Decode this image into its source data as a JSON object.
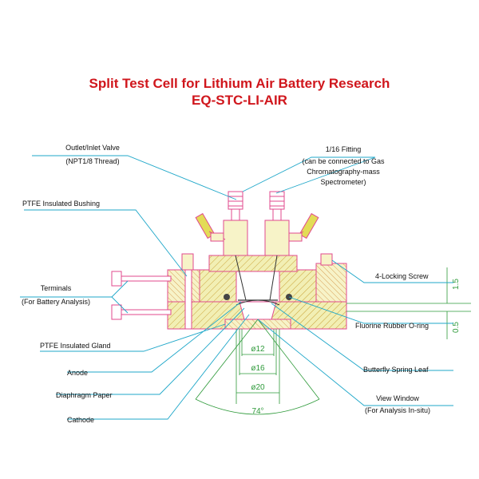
{
  "title": {
    "line1": "Split Test Cell for Lithium Air Battery Research",
    "line2": "EQ-STC-LI-AIR"
  },
  "labels": {
    "outlet_valve_1": "Outlet/Inlet Valve",
    "outlet_valve_2": "(NPT1/8 Thread)",
    "fitting_1": "1/16 Fitting",
    "fitting_2": "(can be connected to Gas",
    "fitting_3": "Chromatography-mass",
    "fitting_4": "Spectrometer)",
    "bushing": "PTFE Insulated Bushing",
    "terminals_1": "Terminals",
    "terminals_2": "(For Battery Analysis)",
    "locking_screw": "4-Locking Screw",
    "oring": "Fluorine Rubber O-ring",
    "gland": "PTFE Insulated Gland",
    "anode": "Anode",
    "butterfly": "Butterfly Spring Leaf",
    "diaphragm": "Diaphragm Paper",
    "view_window_1": "View Window",
    "view_window_2": "(For Analysis In-situ)",
    "cathode": "Cathode"
  },
  "dimensions": {
    "d12": "ø12",
    "d16": "ø16",
    "d20": "ø20",
    "angle": "74°",
    "h15": "1.5",
    "h05": "0.5"
  },
  "colors": {
    "title": "#d0161c",
    "leader": "#1fa7c9",
    "dimension": "#2e9a3a",
    "drawing": "#e0488e",
    "metal": "#f2efb4",
    "ptfe": "#ffffff",
    "knob": "#e3dc56"
  }
}
